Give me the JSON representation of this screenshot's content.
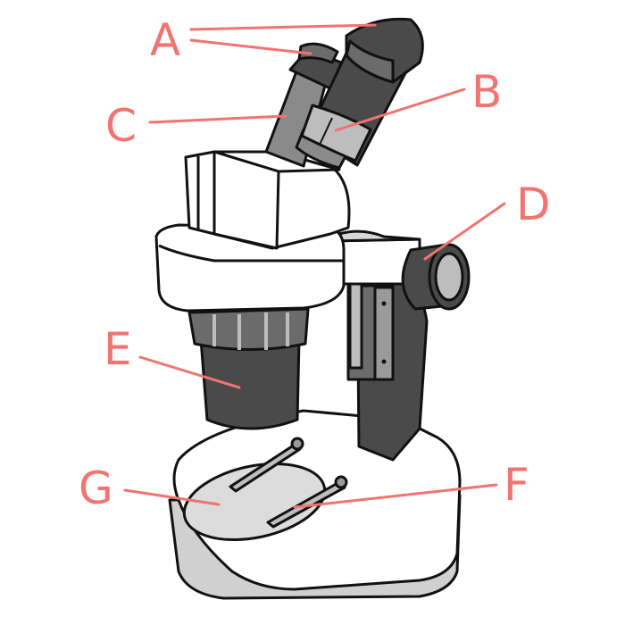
{
  "colors": {
    "label": "#f07470",
    "outline": "#111111",
    "dark_gray": "#4a4a4a",
    "mid_gray": "#8a8a8a",
    "light_gray": "#c8c8c8",
    "white": "#ffffff"
  },
  "labels": {
    "a": "A",
    "b": "B",
    "c": "C",
    "d": "D",
    "e": "E",
    "f": "F",
    "g": "G"
  }
}
